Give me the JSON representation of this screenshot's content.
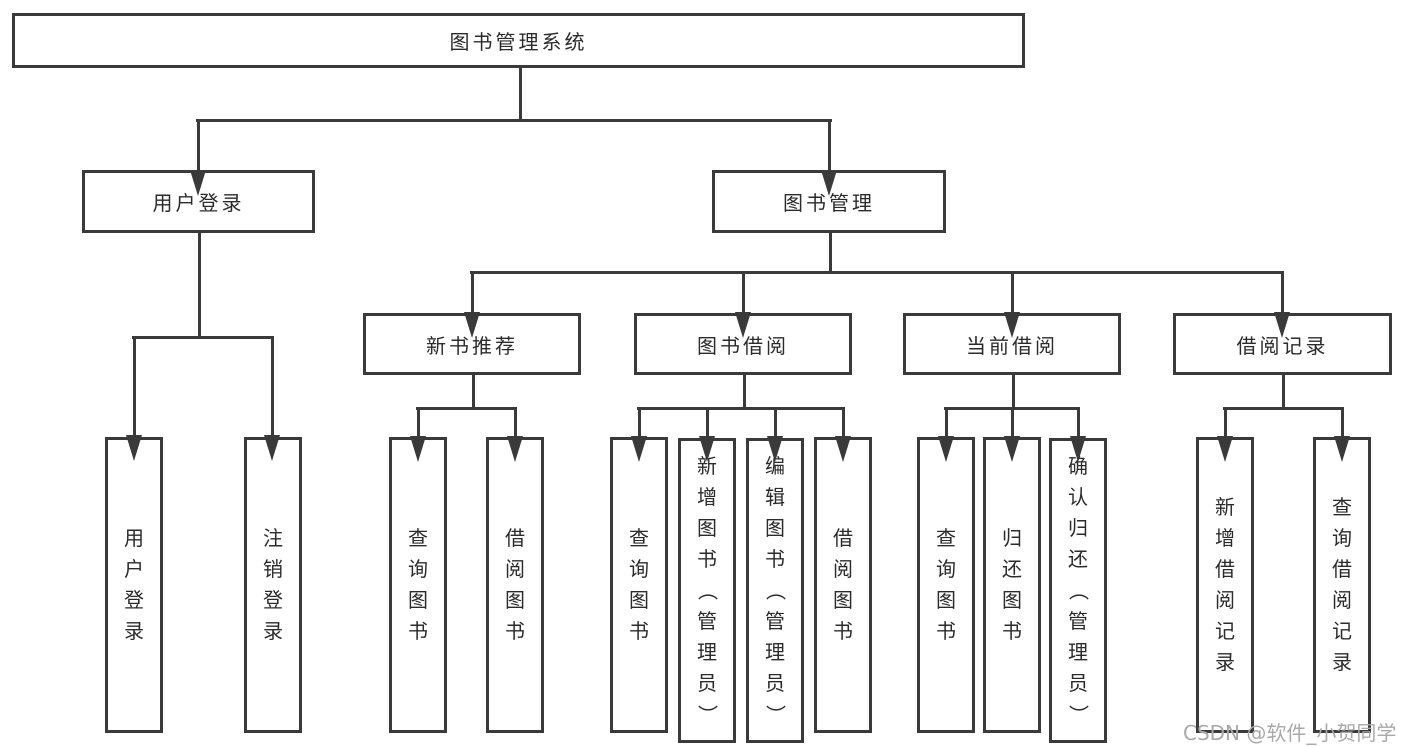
{
  "diagram": {
    "title": "图书管理系统",
    "nodes": {
      "root": "图书管理系统",
      "user_login": "用户登录",
      "book_mgmt": "图书管理",
      "sections": {
        "new_books": "新书推荐",
        "borrow": "图书借阅",
        "current": "当前借阅",
        "records": "借阅记录"
      },
      "leaves": {
        "g1": [
          "用户登录",
          "注销登录"
        ],
        "g2": [
          "查询图书",
          "借阅图书"
        ],
        "g3": [
          "查询图书",
          "新增图书（管理员）",
          "编辑图书（管理员）",
          "借阅图书"
        ],
        "g4": [
          "查询图书",
          "归还图书",
          "确认归还（管理员）"
        ],
        "g5": [
          "新增借阅记录",
          "查询借阅记录"
        ]
      }
    },
    "colors": {
      "line": "#3a3a3a",
      "text": "#2b2b2b",
      "background": "#ffffff",
      "watermark": "#a9a9a9"
    }
  },
  "watermark": {
    "text": "CSDN @软件_小贺同学"
  }
}
